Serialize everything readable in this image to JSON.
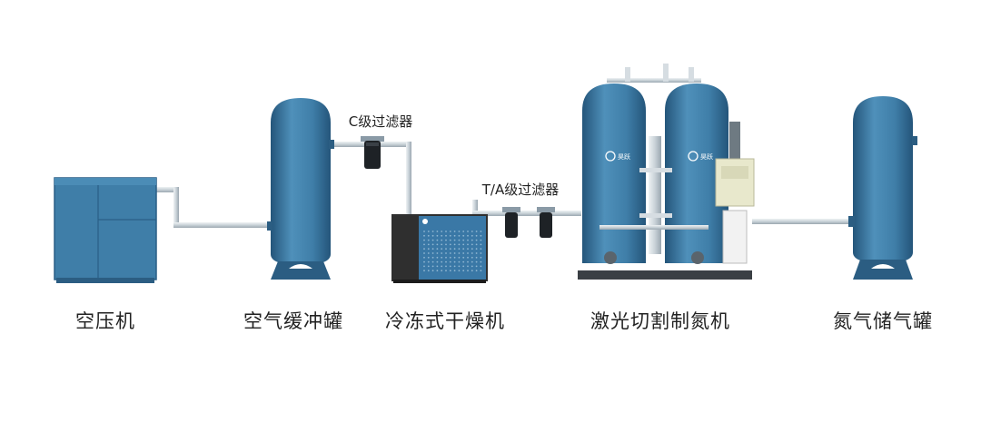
{
  "equipment": [
    {
      "id": "air-compressor",
      "label": "空压机"
    },
    {
      "id": "air-buffer-tank",
      "label": "空气缓冲罐"
    },
    {
      "id": "refrigerated-dryer",
      "label": "冷冻式干燥机"
    },
    {
      "id": "nitrogen-generator",
      "label": "激光切割制氮机"
    },
    {
      "id": "nitrogen-storage-tank",
      "label": "氮气储气罐"
    }
  ],
  "filters": {
    "c_grade": "C级过滤器",
    "ta_grade": "T/A级过滤器"
  },
  "brand": {
    "logo_glyph": "Q",
    "logo_text": "昊跃"
  },
  "colors": {
    "tank_blue": "#3f7ea8",
    "tank_dark": "#24557a",
    "pipe": "#c9d2d8",
    "dryer_body": "#2f2f2f",
    "dryer_panel": "#3a78a6"
  }
}
